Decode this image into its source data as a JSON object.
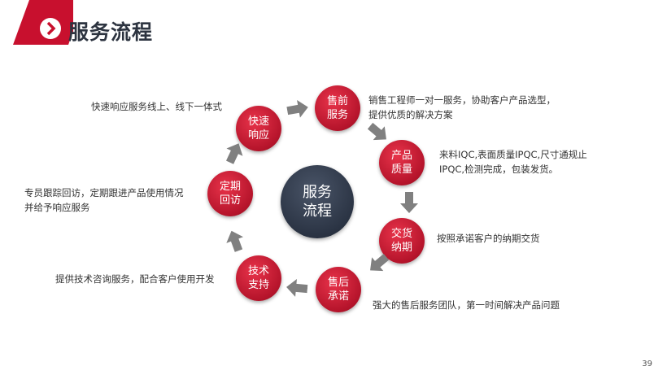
{
  "header": {
    "title": "服务流程",
    "icon": "chevron-right-icon",
    "accent": "#c8102e"
  },
  "center": {
    "label_1": "服务",
    "label_2": "流程"
  },
  "steps": [
    {
      "l1": "快速",
      "l2": "响应",
      "desc1": "快速响应服务线上、线下一体式"
    },
    {
      "l1": "售前",
      "l2": "服务",
      "desc1": "销售工程师一对一服务，协助客户产品选型，",
      "desc2": "提供优质的解决方案"
    },
    {
      "l1": "产品",
      "l2": "质量",
      "desc1": "来料IQC,表面质量IPQC,尺寸通规止",
      "desc2": "IPQC,检测完成，包装发货。"
    },
    {
      "l1": "交货",
      "l2": "纳期",
      "desc1": "按照承诺客户的纳期交货"
    },
    {
      "l1": "售后",
      "l2": "承诺",
      "desc1": "强大的售后服务团队，第一时间解决产品问题"
    },
    {
      "l1": "技术",
      "l2": "支持",
      "desc1": "提供技术咨询服务，配合客户使用开发"
    },
    {
      "l1": "定期",
      "l2": "回访",
      "desc1": "专员跟踪回访，定期跟进产品使用情况",
      "desc2": "并给予响应服务"
    }
  ],
  "page_number": "39"
}
